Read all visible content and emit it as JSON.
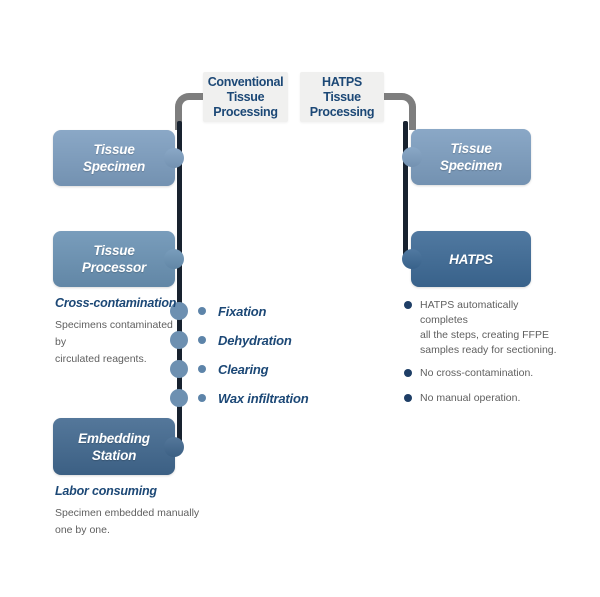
{
  "colors": {
    "light_blue_box": "#7d9ec0",
    "medium_blue_box": "#6a92b4",
    "dark_blue_box": "#41688f",
    "hatps_box": "#3d6a96",
    "flow_line": "#18222f",
    "gray_connector": "#7e7e7e",
    "header_bg": "#f0f0ef",
    "navy_text": "#1c4876",
    "gray_text": "#5f5f5f",
    "step_knob": "#6d90b1",
    "benefit_dot": "#1e3e66"
  },
  "headers": {
    "conventional": "Conventional\nTissue\nProcessing",
    "hatps": "HATPS\nTissue\nProcessing"
  },
  "nodes": {
    "left_specimen": "Tissue\nSpecimen",
    "left_processor": "Tissue\nProcessor",
    "embedding_station": "Embedding\nStation",
    "right_specimen": "Tissue\nSpecimen",
    "hatps": "HATPS"
  },
  "steps": [
    "Fixation",
    "Dehydration",
    "Clearing",
    "Wax infiltration"
  ],
  "notes": {
    "cross_contamination": {
      "title": "Cross-contamination",
      "body": "Specimens contaminated by\ncirculated reagents."
    },
    "labor": {
      "title": "Labor consuming",
      "body": "Specimen embedded manually\none by one."
    }
  },
  "benefits": [
    "HATPS automatically completes\nall the steps, creating FFPE\nsamples ready for sectioning.",
    "No cross-contamination.",
    "No manual operation."
  ]
}
